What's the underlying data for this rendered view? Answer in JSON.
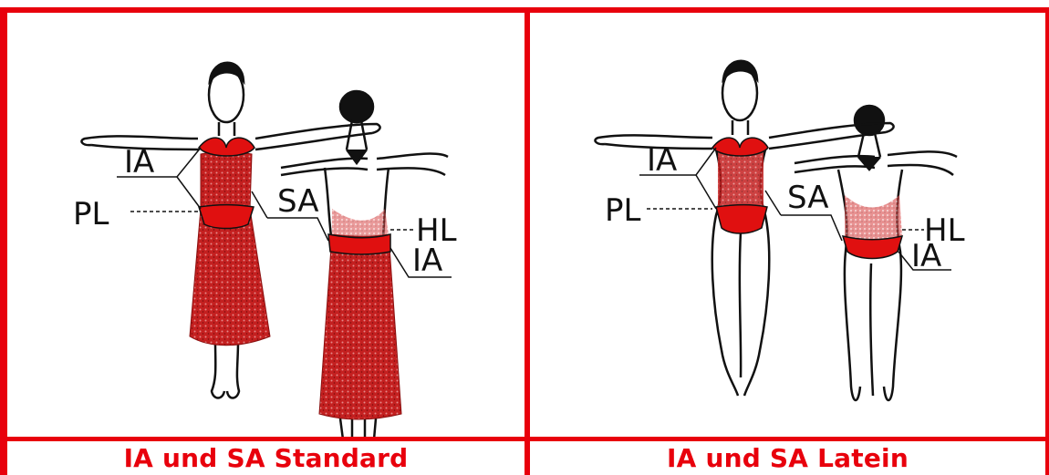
{
  "colors": {
    "border": "#e8000c",
    "caption": "#e8000c",
    "fabric": "#c81e1e",
    "outline": "#111111"
  },
  "panels": [
    {
      "caption": "IA und SA Standard",
      "labels": {
        "ia_front": "IA",
        "pl": "PL",
        "sa": "SA",
        "hl": "HL",
        "ia_back": "IA"
      }
    },
    {
      "caption": "IA und SA Latein",
      "labels": {
        "ia_front": "IA",
        "pl": "PL",
        "sa": "SA",
        "hl": "HL",
        "ia_back": "IA"
      }
    }
  ]
}
